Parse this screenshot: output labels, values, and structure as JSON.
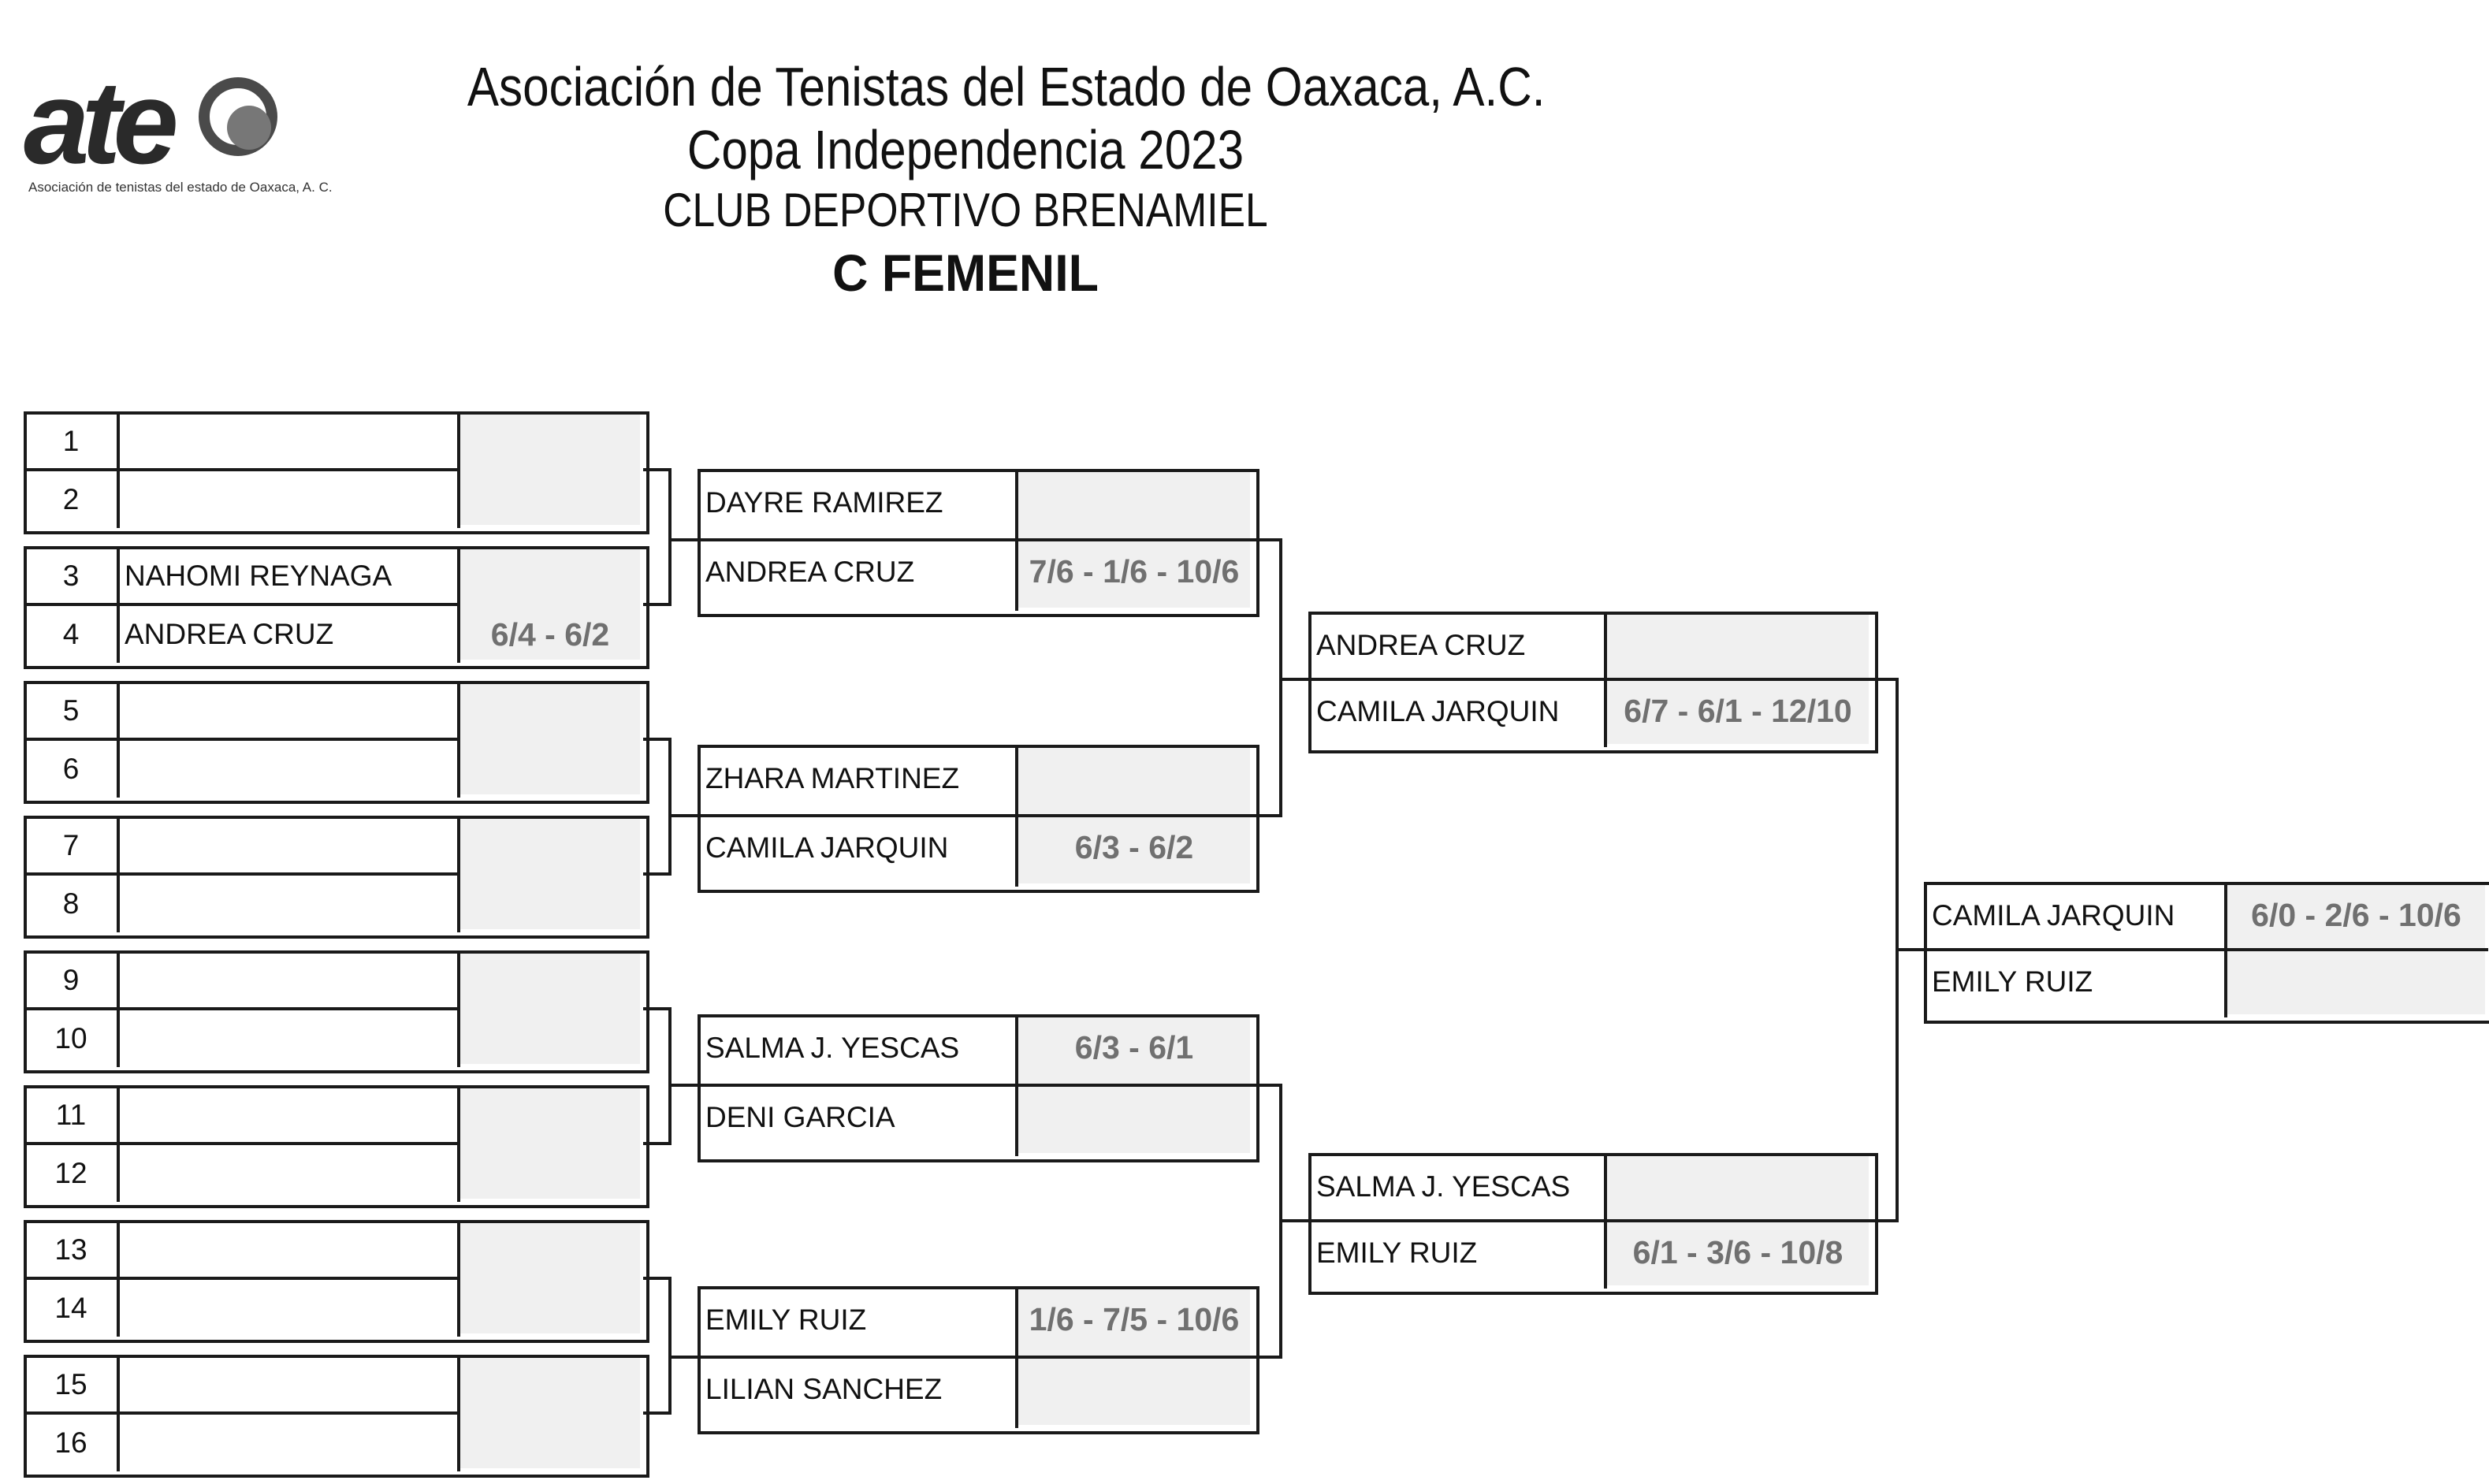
{
  "header": {
    "logo_mark": "ate",
    "logo_tagline": "Asociación de tenistas del estado de Oaxaca, A. C.",
    "association": "Asociación de Tenistas del Estado de Oaxaca, A.C.",
    "tournament": "Copa Independencia 2023",
    "venue": "CLUB DEPORTIVO BRENAMIEL",
    "category": "C  FEMENIL"
  },
  "round1": [
    {
      "slots": [
        {
          "seed": "1",
          "name": ""
        },
        {
          "seed": "2",
          "name": ""
        }
      ],
      "score": ""
    },
    {
      "slots": [
        {
          "seed": "3",
          "name": "NAHOMI REYNAGA"
        },
        {
          "seed": "4",
          "name": "ANDREA CRUZ"
        }
      ],
      "score": "6/4 - 6/2"
    },
    {
      "slots": [
        {
          "seed": "5",
          "name": ""
        },
        {
          "seed": "6",
          "name": ""
        }
      ],
      "score": ""
    },
    {
      "slots": [
        {
          "seed": "7",
          "name": ""
        },
        {
          "seed": "8",
          "name": ""
        }
      ],
      "score": ""
    },
    {
      "slots": [
        {
          "seed": "9",
          "name": ""
        },
        {
          "seed": "10",
          "name": ""
        }
      ],
      "score": ""
    },
    {
      "slots": [
        {
          "seed": "11",
          "name": ""
        },
        {
          "seed": "12",
          "name": ""
        }
      ],
      "score": ""
    },
    {
      "slots": [
        {
          "seed": "13",
          "name": ""
        },
        {
          "seed": "14",
          "name": ""
        }
      ],
      "score": ""
    },
    {
      "slots": [
        {
          "seed": "15",
          "name": ""
        },
        {
          "seed": "16",
          "name": ""
        }
      ],
      "score": ""
    }
  ],
  "round2": [
    {
      "top": "DAYRE RAMIREZ",
      "bottom": "ANDREA CRUZ",
      "score_top": "",
      "score_bottom": "7/6 - 1/6 - 10/6"
    },
    {
      "top": "ZHARA MARTINEZ",
      "bottom": "CAMILA JARQUIN",
      "score_top": "",
      "score_bottom": "6/3 - 6/2"
    },
    {
      "top": "SALMA J. YESCAS",
      "bottom": "DENI GARCIA",
      "score_top": "6/3 - 6/1",
      "score_bottom": ""
    },
    {
      "top": "EMILY  RUIZ",
      "bottom": "LILIAN SANCHEZ",
      "score_top": "1/6 - 7/5 - 10/6",
      "score_bottom": ""
    }
  ],
  "semifinals": [
    {
      "top": "ANDREA CRUZ",
      "bottom": "CAMILA JARQUIN",
      "score_top": "",
      "score_bottom": "6/7 - 6/1 - 12/10"
    },
    {
      "top": "SALMA J. YESCAS",
      "bottom": "EMILY  RUIZ",
      "score_top": "",
      "score_bottom": "6/1 - 3/6 - 10/8"
    }
  ],
  "final": {
    "top": "CAMILA JARQUIN",
    "bottom": "EMILY  RUIZ",
    "score_top": "6/0  - 2/6 - 10/6",
    "score_bottom": ""
  }
}
